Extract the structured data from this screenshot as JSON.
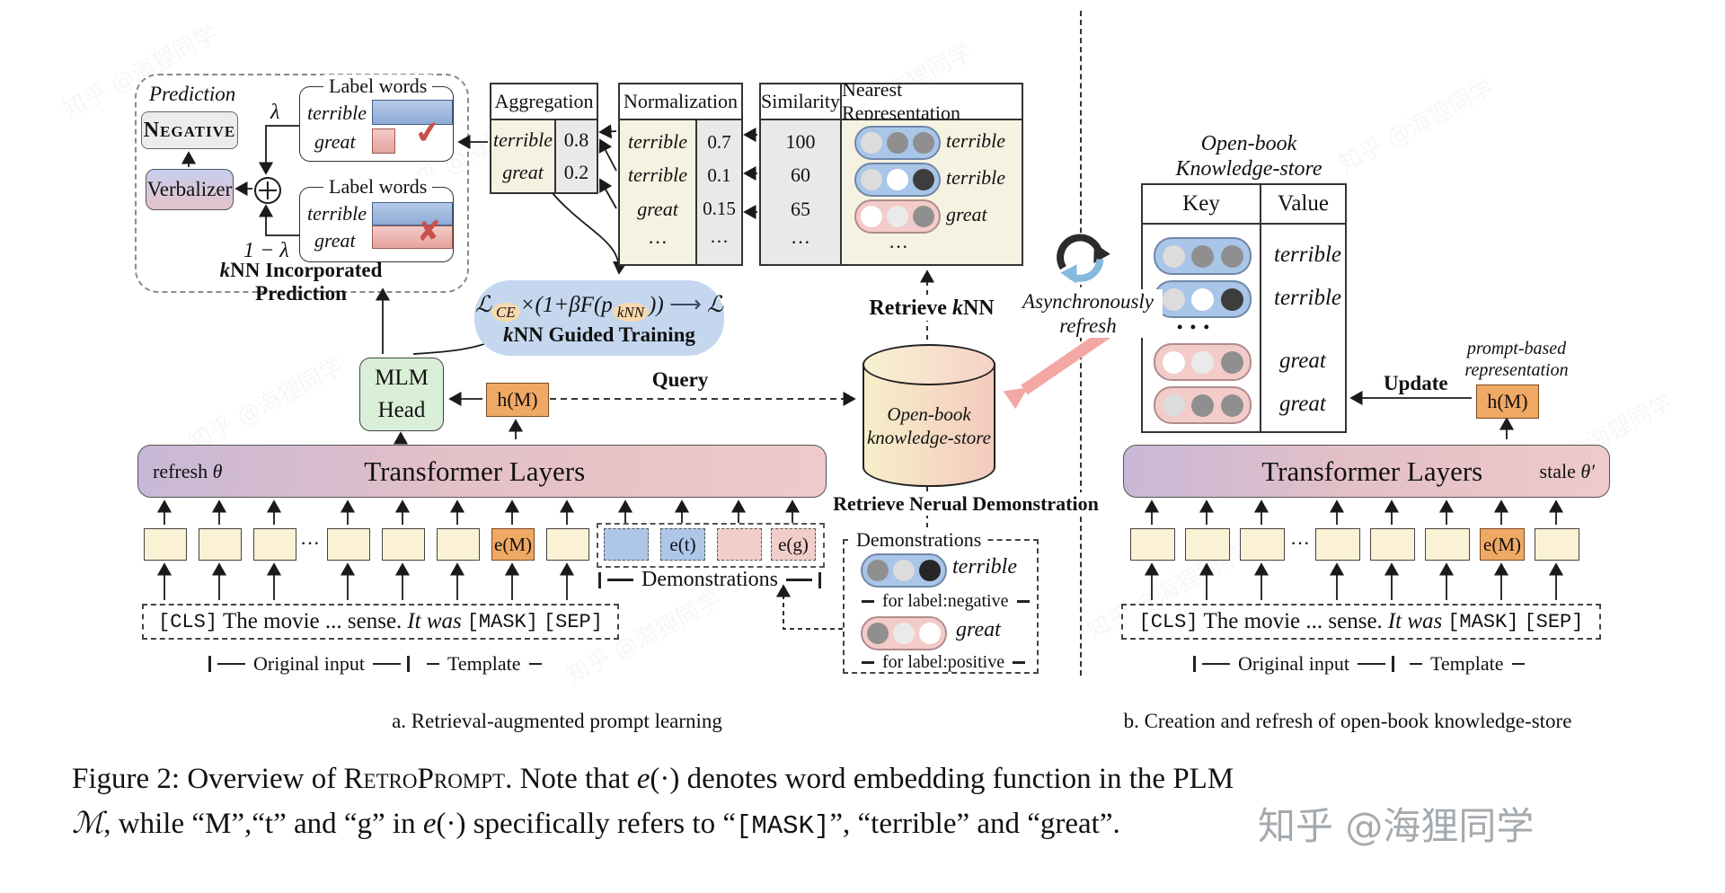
{
  "panel_a": {
    "caption": "a. Retrieval-augmented prompt learning",
    "prediction_box": {
      "title": "Prediction",
      "negative": "Negative",
      "verbalizer": "Verbalizer",
      "lambda": "λ",
      "one_minus_lambda": "1 − λ",
      "footer_k": "k",
      "footer_rest": "NN Incorporated Prediction"
    },
    "label_words_top": {
      "title": "Label words",
      "word1": "terrible",
      "word2": "great"
    },
    "label_words_bottom": {
      "title": "Label words",
      "word1": "terrible",
      "word2": "great"
    },
    "aggregation": {
      "title": "Aggregation",
      "rows": [
        {
          "word": "terrible",
          "value": "0.8"
        },
        {
          "word": "great",
          "value": "0.2"
        }
      ]
    },
    "normalization": {
      "title": "Normalization",
      "rows": [
        {
          "word": "terrible",
          "value": "0.7"
        },
        {
          "word": "terrible",
          "value": "0.1"
        },
        {
          "word": "great",
          "value": "0.15"
        },
        {
          "word": "···",
          "value": "···"
        }
      ]
    },
    "similarity": {
      "title": "Similarity",
      "rep_title": "Nearest Representation",
      "rows": [
        {
          "sim": "100",
          "word": "terrible"
        },
        {
          "sim": "60",
          "word": "terrible"
        },
        {
          "sim": "65",
          "word": "great"
        },
        {
          "sim": "···",
          "word": "···"
        }
      ]
    },
    "training": {
      "loss": "ℒ",
      "loss_sub": "CE",
      "mid": "×(1+βF(p",
      "sub2": "kNN",
      "close": "))",
      "arrow": "⟶",
      "result": "ℒ",
      "label_k": "k",
      "label_rest": "NN Guided Training"
    },
    "mlm_head": {
      "line1": "MLM",
      "line2": "Head"
    },
    "hm": "h(M)",
    "query": "Query",
    "retrieve_knn": {
      "pre": "Retrieve ",
      "k": "k",
      "post": "NN"
    },
    "cylinder": {
      "line1": "Open-book",
      "line2": "knowledge-store"
    },
    "transformer": {
      "label": "Transformer Layers",
      "note": "refresh ",
      "theta": "θ"
    },
    "tokens": {
      "dots": "···",
      "e_m": "e(M)",
      "e_t": "e(t)",
      "e_g": "e(g)"
    },
    "demonstrations_bracket": "Demonstrations",
    "input_line": {
      "cls": "[CLS]",
      "text": "The movie ... sense.",
      "it_was": "It was",
      "mask": "[MASK]",
      "sep": "[SEP]"
    },
    "original_input": "Original input",
    "template": "Template",
    "retrieve_neural": "Retrieve Nerual Demonstration",
    "demo_box": {
      "title": "Demonstrations",
      "rows": [
        {
          "word": "terrible",
          "tag": "for label:negative"
        },
        {
          "word": "great",
          "tag": "for label:positive"
        }
      ]
    }
  },
  "panel_b": {
    "caption": "b. Creation and refresh of open-book knowledge-store",
    "store_title": {
      "line1": "Open-book",
      "line2": "Knowledge-store"
    },
    "store_table": {
      "key": "Key",
      "value": "Value",
      "dots": "• • •",
      "rows": [
        {
          "value": "terrible"
        },
        {
          "value": "terrible"
        },
        {
          "value": "great"
        },
        {
          "value": "great"
        }
      ]
    },
    "async_refresh": {
      "line1": "Asynchronously",
      "line2": "refresh"
    },
    "update": "Update",
    "prompt_based": {
      "line1": "prompt-based",
      "line2": "representation"
    },
    "hm": "h(M)",
    "transformer": {
      "label": "Transformer Layers",
      "note": "stale ",
      "theta": "θ′"
    },
    "tokens": {
      "dots": "···",
      "e_m": "e(M)"
    },
    "input_line": {
      "cls": "[CLS]",
      "text": "The movie ... sense.",
      "it_was": "It was",
      "mask": "[MASK]",
      "sep": "[SEP]"
    },
    "original_input": "Original input",
    "template": "Template"
  },
  "icons": {
    "check": "✔",
    "cross": "✘",
    "refresh": "circular-refresh-arrows"
  },
  "figure_caption": {
    "p1": "Figure 2: Overview of ",
    "retroprompt": "RetroPrompt",
    "p2": ". Note that ",
    "e1": "e",
    "args1": "(·)",
    "p3": " denotes word embedding function in the PLM",
    "m_script": "ℳ",
    "p4": ", while “M”,“t” and “g” in ",
    "e2": "e",
    "args2": "(·)",
    "p5": " specifically refers to “",
    "mask": "[MASK]",
    "p6": "”, “terrible” and “great”."
  },
  "watermark": "知乎 @海狸同学",
  "colors": {
    "blue_pill": "#a9c5e8",
    "pink_pill": "#f3cbc8",
    "orange_token": "#f0a964",
    "cream_token": "#fbf2d5",
    "green_mlm": "#d9efd7",
    "blob_blue": "#c4d7ee",
    "bar_left": "#c8b8d7",
    "bar_right": "#eecaca",
    "red_mark": "#c9504d",
    "pink_arrow": "#f3a8a3",
    "refresh_blue": "#85b9dd"
  }
}
